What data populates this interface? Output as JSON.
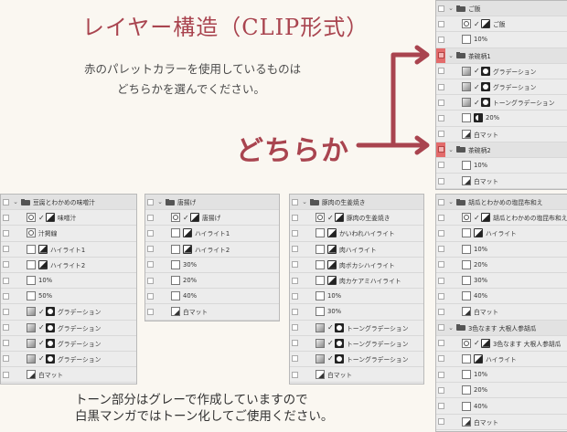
{
  "title": "レイヤー構造（CLIP形式）",
  "note_line1": "赤のパレットカラーを使用しているものは",
  "note_line2": "どちらかを選んでください。",
  "either_label": "どちらか",
  "footer_line1": "トーン部分はグレーで作成していますので",
  "footer_line2": "白黒マンガではトーン化してご使用ください。",
  "colors": {
    "accent": "#a9444f",
    "red_palette": "#e36b6b"
  },
  "icons": {
    "folder": "folder-icon",
    "visibility": "visibility-box-icon",
    "check": "check-icon",
    "thumbnail": "layer-thumbnail-icon",
    "mask": "layer-mask-icon"
  },
  "panels": {
    "gohan": {
      "rows": [
        {
          "type": "folder",
          "indent": 0,
          "name": "ご飯"
        },
        {
          "type": "layer",
          "indent": 1,
          "thumb": "gear",
          "check": true,
          "mask": "tri",
          "name": "ご飯"
        },
        {
          "type": "layer",
          "indent": 1,
          "thumb": "white",
          "name": "10%"
        },
        {
          "type": "folder",
          "indent": 0,
          "red": true,
          "name": "茶碗柄1"
        },
        {
          "type": "layer",
          "indent": 1,
          "thumb": "gray",
          "check": true,
          "mask": "circle",
          "name": "グラデーション"
        },
        {
          "type": "layer",
          "indent": 1,
          "thumb": "gray",
          "check": true,
          "mask": "circle",
          "name": "グラデーション"
        },
        {
          "type": "layer",
          "indent": 1,
          "thumb": "gray",
          "check": true,
          "mask": "circle",
          "name": "トーングラデーション"
        },
        {
          "type": "layer",
          "indent": 1,
          "thumb": "white",
          "mask": "half",
          "name": "20%"
        },
        {
          "type": "layer",
          "indent": 1,
          "thumb": "corner",
          "name": "白マット"
        },
        {
          "type": "folder",
          "indent": 0,
          "red": true,
          "name": "茶碗柄2"
        },
        {
          "type": "layer",
          "indent": 1,
          "thumb": "white",
          "name": "10%"
        },
        {
          "type": "layer",
          "indent": 1,
          "thumb": "corner",
          "name": "白マット"
        }
      ]
    },
    "miso": {
      "rows": [
        {
          "type": "folder",
          "indent": 0,
          "name": "豆腐とわかめの味噌汁"
        },
        {
          "type": "layer",
          "indent": 1,
          "thumb": "gear",
          "check": true,
          "mask": "tri",
          "name": "味噌汁"
        },
        {
          "type": "layer",
          "indent": 1,
          "thumb": "gear",
          "name": "汁掲線"
        },
        {
          "type": "layer",
          "indent": 1,
          "thumb": "white",
          "mask": "tri",
          "name": "ハイライト1"
        },
        {
          "type": "layer",
          "indent": 1,
          "thumb": "white",
          "mask": "tri",
          "name": "ハイライト2"
        },
        {
          "type": "layer",
          "indent": 1,
          "thumb": "white",
          "name": "10%"
        },
        {
          "type": "layer",
          "indent": 1,
          "thumb": "white",
          "name": "50%"
        },
        {
          "type": "layer",
          "indent": 1,
          "thumb": "gray",
          "check": true,
          "mask": "circle",
          "name": "グラデーション"
        },
        {
          "type": "layer",
          "indent": 1,
          "thumb": "gray",
          "check": true,
          "mask": "circle",
          "name": "グラデーション"
        },
        {
          "type": "layer",
          "indent": 1,
          "thumb": "gray",
          "check": true,
          "mask": "circle",
          "name": "グラデーション"
        },
        {
          "type": "layer",
          "indent": 1,
          "thumb": "gray",
          "check": true,
          "mask": "circle",
          "name": "グラデーション"
        },
        {
          "type": "layer",
          "indent": 1,
          "thumb": "corner",
          "name": "白マット"
        }
      ]
    },
    "karaage": {
      "rows": [
        {
          "type": "folder",
          "indent": 0,
          "name": "唐揚げ"
        },
        {
          "type": "layer",
          "indent": 1,
          "thumb": "gear",
          "check": true,
          "mask": "tri",
          "name": "唐揚げ"
        },
        {
          "type": "layer",
          "indent": 1,
          "thumb": "white",
          "mask": "tri",
          "name": "ハイライト1"
        },
        {
          "type": "layer",
          "indent": 1,
          "thumb": "white",
          "mask": "tri",
          "name": "ハイライト2"
        },
        {
          "type": "layer",
          "indent": 1,
          "thumb": "white",
          "name": "30%"
        },
        {
          "type": "layer",
          "indent": 1,
          "thumb": "white",
          "name": "20%"
        },
        {
          "type": "layer",
          "indent": 1,
          "thumb": "white",
          "name": "40%"
        },
        {
          "type": "layer",
          "indent": 1,
          "thumb": "corner",
          "name": "白マット"
        }
      ]
    },
    "shogayaki": {
      "rows": [
        {
          "type": "folder",
          "indent": 0,
          "name": "豚肉の生姜焼き"
        },
        {
          "type": "layer",
          "indent": 1,
          "thumb": "gear",
          "check": true,
          "mask": "tri",
          "name": "豚肉の生姜焼き"
        },
        {
          "type": "layer",
          "indent": 1,
          "thumb": "white",
          "mask": "tri",
          "name": "かいわれハイライト"
        },
        {
          "type": "layer",
          "indent": 1,
          "thumb": "white",
          "mask": "tri",
          "name": "肉ハイライト"
        },
        {
          "type": "layer",
          "indent": 1,
          "thumb": "white",
          "mask": "tri",
          "name": "肉ボカシハイライト"
        },
        {
          "type": "layer",
          "indent": 1,
          "thumb": "white",
          "mask": "tri",
          "name": "肉カケアミハイライト"
        },
        {
          "type": "layer",
          "indent": 1,
          "thumb": "white",
          "name": "10%"
        },
        {
          "type": "layer",
          "indent": 1,
          "thumb": "white",
          "name": "30%"
        },
        {
          "type": "layer",
          "indent": 1,
          "thumb": "gray",
          "check": true,
          "mask": "circle",
          "name": "トーングラデーション"
        },
        {
          "type": "layer",
          "indent": 1,
          "thumb": "gray",
          "check": true,
          "mask": "circle",
          "name": "トーングラデーション"
        },
        {
          "type": "layer",
          "indent": 1,
          "thumb": "gray",
          "check": true,
          "mask": "circle",
          "name": "トーングラデーション"
        },
        {
          "type": "layer",
          "indent": 1,
          "thumb": "corner",
          "name": "白マット"
        }
      ]
    },
    "aemono": {
      "rows": [
        {
          "type": "folder",
          "indent": 0,
          "name": "胡瓜とわかめの塩昆布和え"
        },
        {
          "type": "layer",
          "indent": 1,
          "thumb": "gear",
          "check": true,
          "mask": "tri",
          "name": "胡瓜とわかめの塩昆布和え"
        },
        {
          "type": "layer",
          "indent": 1,
          "thumb": "white",
          "mask": "tri",
          "name": "ハイライト"
        },
        {
          "type": "layer",
          "indent": 1,
          "thumb": "white",
          "name": "10%"
        },
        {
          "type": "layer",
          "indent": 1,
          "thumb": "white",
          "name": "20%"
        },
        {
          "type": "layer",
          "indent": 1,
          "thumb": "white",
          "name": "30%"
        },
        {
          "type": "layer",
          "indent": 1,
          "thumb": "white",
          "name": "40%"
        },
        {
          "type": "layer",
          "indent": 1,
          "thumb": "corner",
          "name": "白マット"
        },
        {
          "type": "folder",
          "indent": 0,
          "name": "3色なます 大根人参胡瓜"
        },
        {
          "type": "layer",
          "indent": 1,
          "thumb": "gear",
          "check": true,
          "mask": "tri",
          "name": "3色なます 大根人参胡瓜"
        },
        {
          "type": "layer",
          "indent": 1,
          "thumb": "white",
          "mask": "tri",
          "name": "ハイライト"
        },
        {
          "type": "layer",
          "indent": 1,
          "thumb": "white",
          "name": "10%"
        },
        {
          "type": "layer",
          "indent": 1,
          "thumb": "white",
          "name": "20%"
        },
        {
          "type": "layer",
          "indent": 1,
          "thumb": "white",
          "name": "40%"
        },
        {
          "type": "layer",
          "indent": 1,
          "thumb": "corner",
          "name": "白マット"
        }
      ]
    }
  }
}
